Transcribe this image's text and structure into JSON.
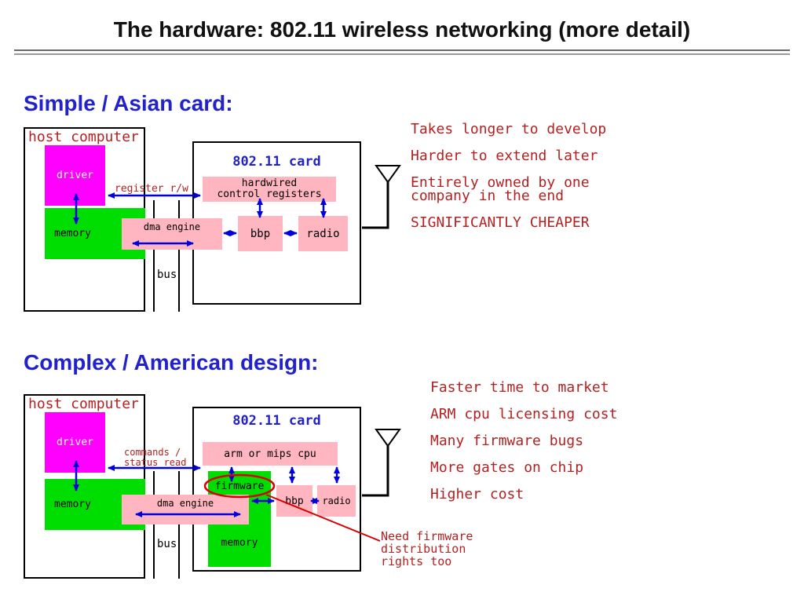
{
  "title": "The hardware: 802.11 wireless networking (more detail)",
  "colors": {
    "accent_blue": "#2222cc",
    "text_red": "#b22222",
    "arrow_blue": "#0000dd",
    "annotation_red": "#d80000",
    "box_magenta": "#ff00ff",
    "box_green": "#00dd00",
    "box_pink": "#ffb6c1"
  },
  "simple": {
    "heading": "Simple / Asian card:",
    "host_label": "host computer",
    "card_label": "802.11 card",
    "driver": "driver",
    "memory": "memory",
    "dma": "dma engine",
    "registers": "hardwired\ncontrol registers",
    "bbp": "bbp",
    "radio": "radio",
    "register_rw": "register r/w",
    "bus": "bus",
    "bullets": [
      "Takes longer to develop",
      "Harder to extend later",
      "Entirely owned by one\ncompany in the end",
      "SIGNIFICANTLY CHEAPER"
    ]
  },
  "complex": {
    "heading": "Complex / American design:",
    "host_label": "host computer",
    "card_label": "802.11 card",
    "driver": "driver",
    "memory": "memory",
    "dma": "dma engine",
    "cpu": "arm or mips cpu",
    "firmware": "firmware",
    "card_memory": "memory",
    "bbp": "bbp",
    "radio": "radio",
    "commands": "commands /\nstatus read",
    "bus": "bus",
    "bullets": [
      "Faster time to market",
      "ARM cpu licensing cost",
      "Many firmware bugs",
      "More gates on chip",
      "Higher cost"
    ],
    "note": "Need firmware\ndistribution\nrights too"
  }
}
